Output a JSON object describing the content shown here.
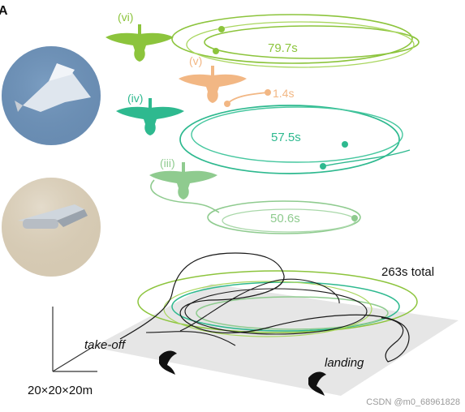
{
  "panel_letter": "A",
  "phases": [
    {
      "roman": "(vi)",
      "duration": "79.7s",
      "color": "#8CC43C"
    },
    {
      "roman": "(v)",
      "duration": "1.4s",
      "color": "#F2B784"
    },
    {
      "roman": "(iv)",
      "duration": "57.5s",
      "color": "#2EB98F"
    },
    {
      "roman": "(iii)",
      "duration": "50.6s",
      "color": "#8FCB8F"
    }
  ],
  "total_label": "263s total",
  "takeoff_label": "take-off",
  "landing_label": "landing",
  "scale_label": "20×20×20m",
  "watermark": "CSDN @m0_68961828",
  "photo_icons": [
    "pigeon-photo-icon",
    "robot-bird-photo-icon"
  ],
  "colors": {
    "black_trace": "#1a1a1a",
    "ground_plane": "#e6e6e6"
  }
}
